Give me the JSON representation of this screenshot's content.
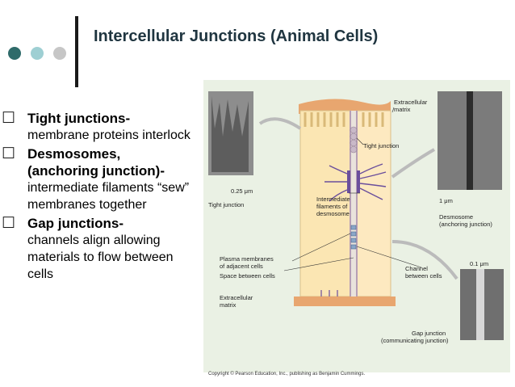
{
  "slide": {
    "title": "Intercellular Junctions (Animal Cells)",
    "dot_colors": [
      "#2f6b6a",
      "#9ecfd3",
      "#c6c6c6"
    ]
  },
  "bullets": [
    {
      "head": "Tight junctions-",
      "text": "membrane proteins interlock"
    },
    {
      "head": "Desmosomes, (anchoring junction)-",
      "text": "intermediate filaments “sew” membranes together"
    },
    {
      "head": "Gap junctions-",
      "text": "channels align allowing materials to flow between cells"
    }
  ],
  "figure": {
    "labels": {
      "extracellular_matrix_top": [
        "Extracellular",
        "matrix"
      ],
      "tight_junction": "Tight junction",
      "intermediate_filaments": [
        "Intermediate",
        "filaments of",
        "desmosome"
      ],
      "scale_025": "0.25 μm",
      "tight_junction_caption": "Tight junction",
      "scale_1": "1 μm",
      "desmosome_caption": [
        "Desmosome",
        "(anchoring junction)"
      ],
      "plasma_membranes": [
        "Plasma membranes",
        "of adjacent cells"
      ],
      "space_between_cells": "Space between cells",
      "extracellular_matrix_bottom": [
        "Extracellular",
        "matrix"
      ],
      "channel_between_cells": [
        "Channel",
        "between cells"
      ],
      "scale_01": "0.1 μm",
      "gap_junction_caption": [
        "Gap junction",
        "(communicating junction)"
      ]
    },
    "copyright": "Copyright © Pearson Education, Inc., publishing as Benjamin Cummings."
  },
  "colors": {
    "title": "#1f3540",
    "figure_bg": "#eaf1e4",
    "cell": "#fbe6b3",
    "membrane": "#c9b9c8",
    "matrix": "#e8a66f",
    "protein": "#6a4e9c"
  }
}
